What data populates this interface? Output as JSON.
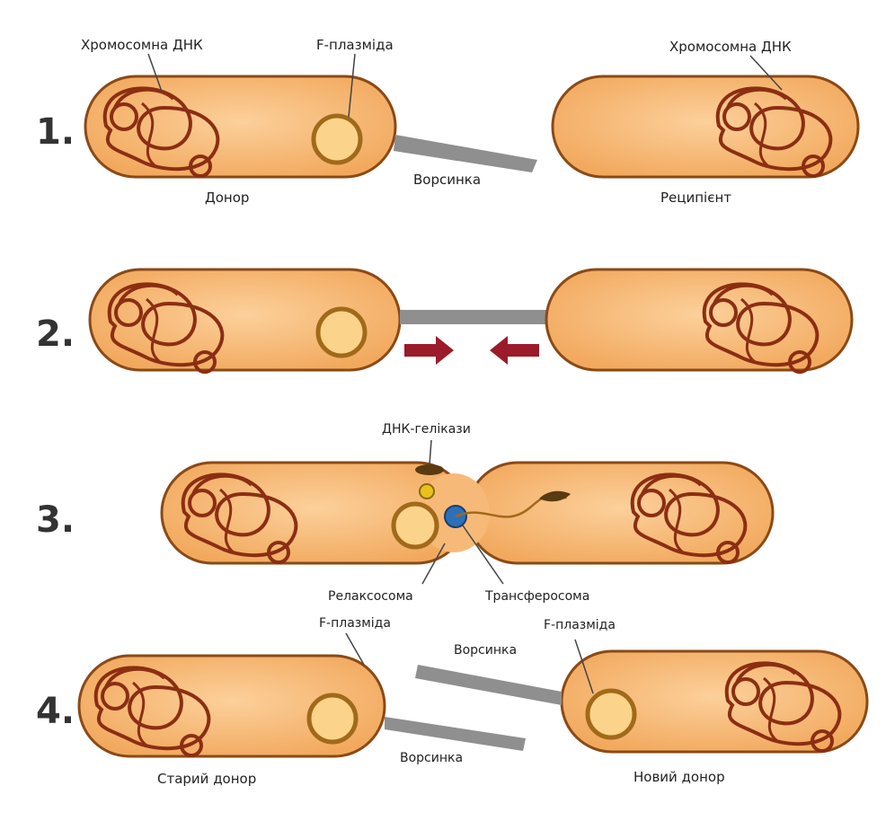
{
  "steps": [
    {
      "number": "1.",
      "labels": {
        "donor_chromosome": "Хромосомна ДНК",
        "f_plasmid": "F-плазміда",
        "recipient_chromosome": "Хромосомна ДНК",
        "pilus": "Ворсинка",
        "donor": "Донор",
        "recipient": "Реципієнт"
      }
    },
    {
      "number": "2."
    },
    {
      "number": "3.",
      "labels": {
        "dna_helicase": "ДНК-гелікази",
        "relaxosome": "Релаксосома",
        "transferosome": "Трансферосома"
      }
    },
    {
      "number": "4.",
      "labels": {
        "f_plasmid_left": "F-плазміда",
        "f_plasmid_right": "F-плазміда",
        "pilus_top": "Ворсинка",
        "pilus_bottom": "Ворсинка",
        "old_donor": "Старий донор",
        "new_donor": "Новий донор"
      }
    }
  ],
  "colors": {
    "cell_fill": "#f7b978",
    "cell_edge": "#8a4a16",
    "dna": "#8b2e12",
    "plasmid": "#a06a1a",
    "plasmid_fill": "#fbd38a",
    "pilus": "#8f8f8f",
    "arrow": "#9b1b2a",
    "relaxosome": "#e8c21a",
    "transferosome": "#2d6fb8"
  }
}
